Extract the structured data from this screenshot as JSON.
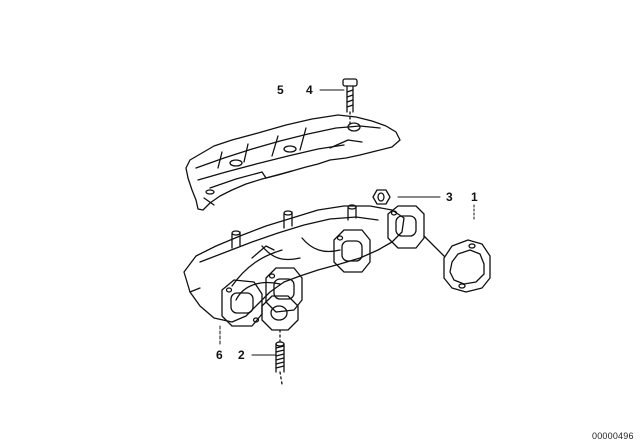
{
  "callouts": {
    "c1": "1",
    "c2": "2",
    "c3": "3",
    "c4": "4",
    "c5": "5",
    "c6": "6"
  },
  "document_number": "00000496",
  "colors": {
    "ink": "#111111",
    "background": "#ffffff"
  }
}
